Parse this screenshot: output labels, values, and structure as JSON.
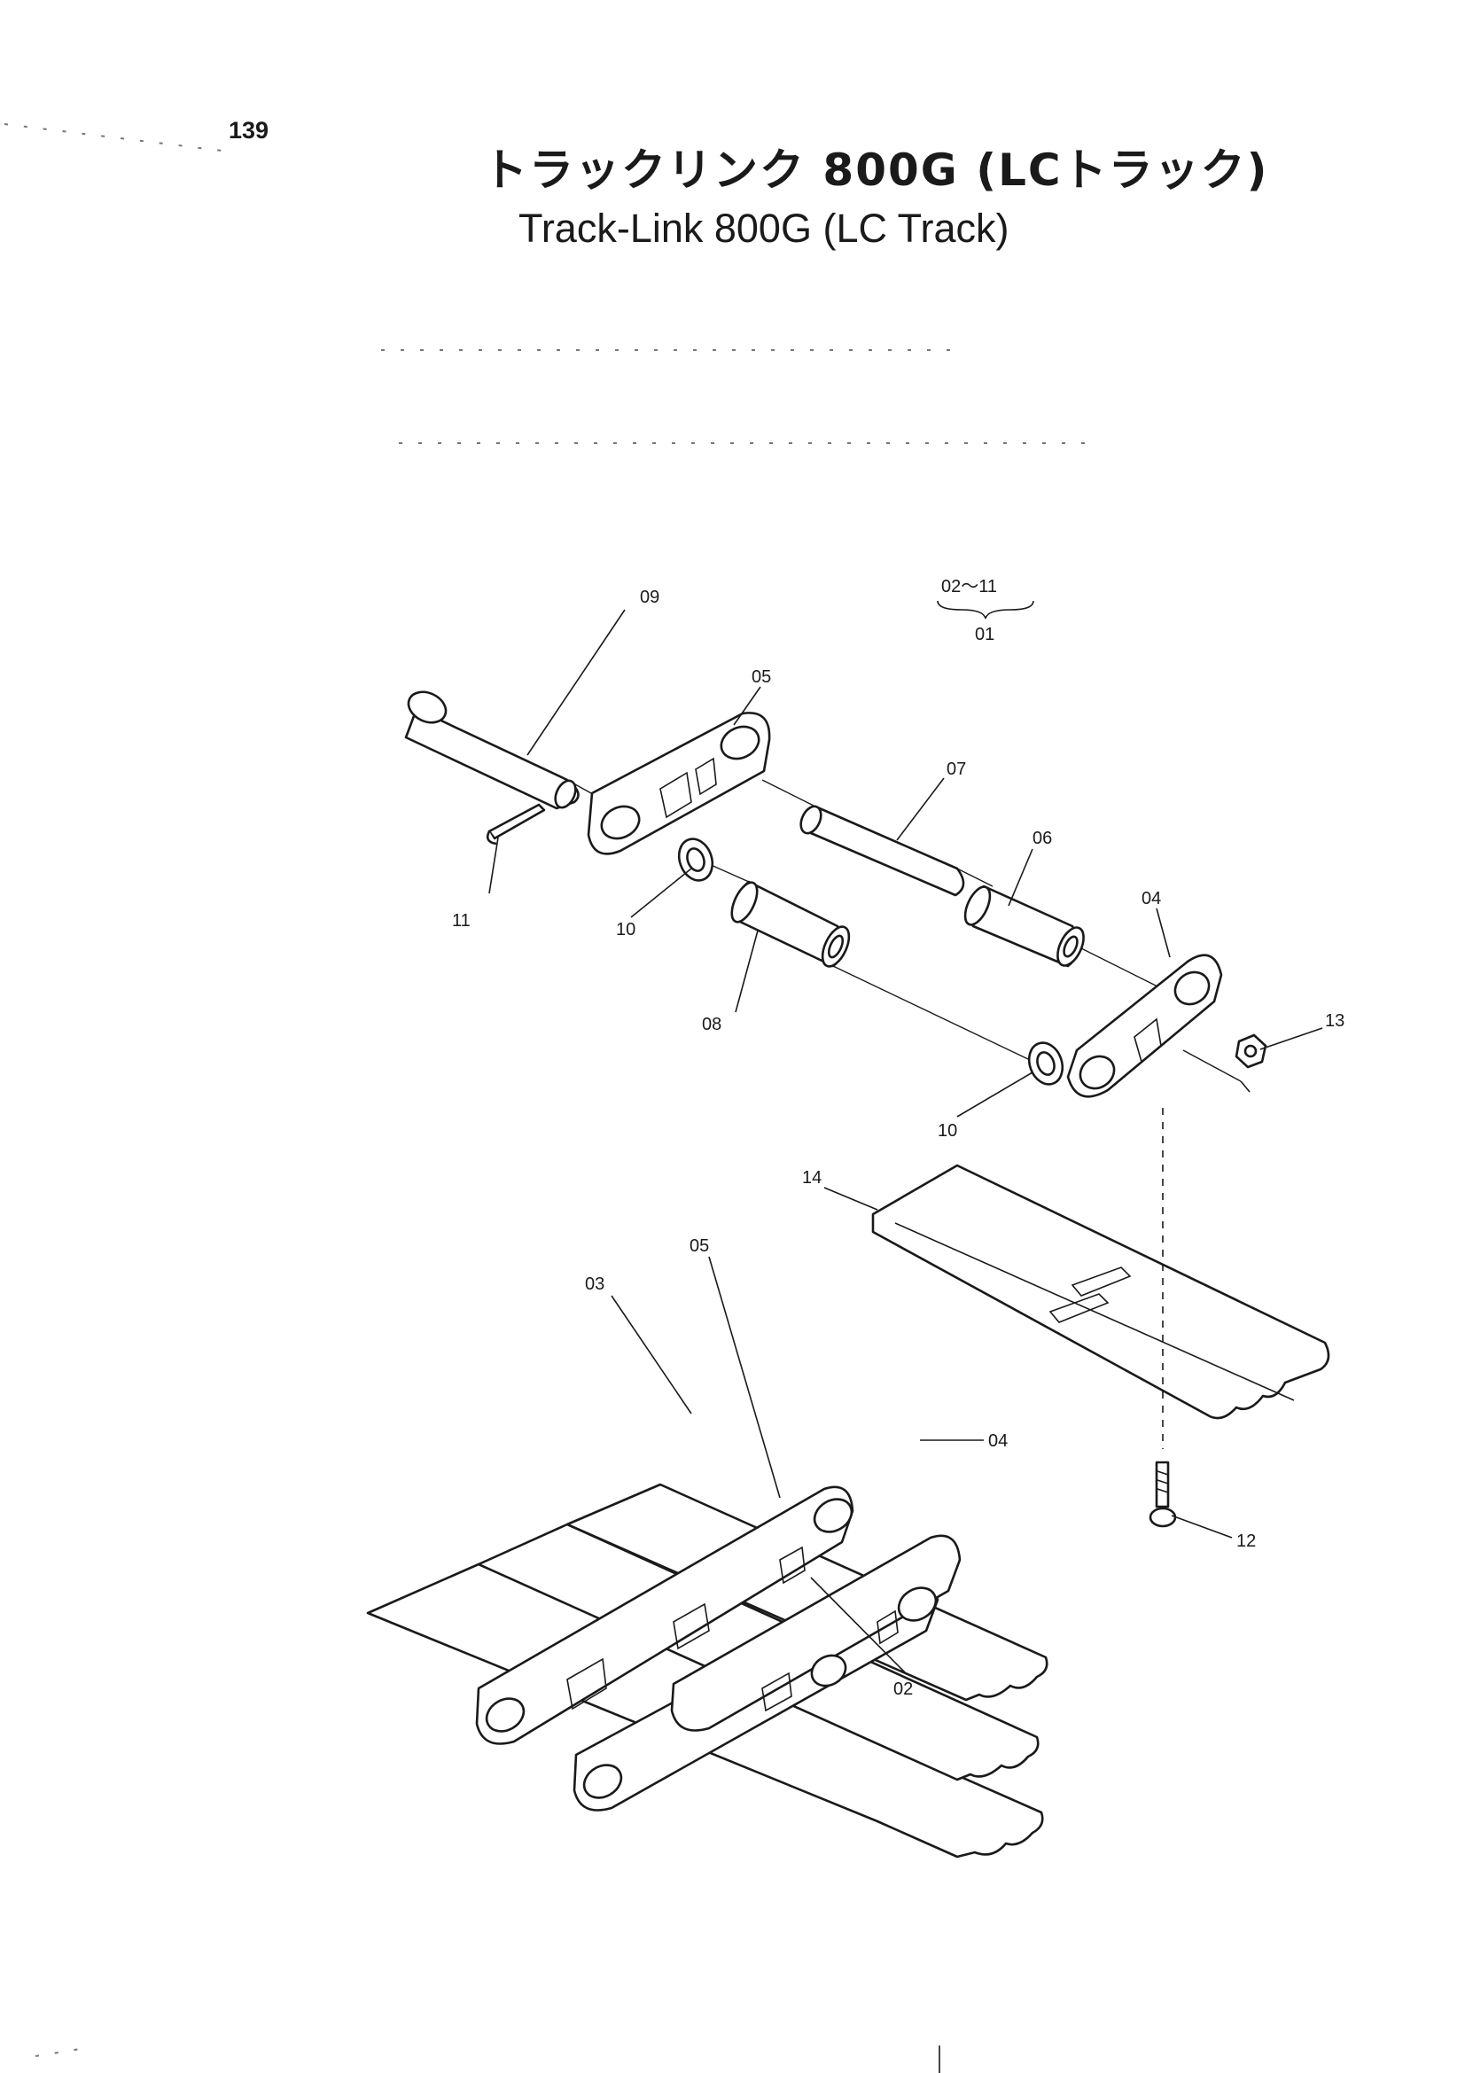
{
  "page": {
    "number": "139"
  },
  "title": {
    "japanese": "トラックリンク 800G (LCトラック)",
    "english": "Track-Link 800G (LC Track)"
  },
  "assembly_note": {
    "range": "02〜11",
    "assembly": "01"
  },
  "callouts": {
    "c09": "09",
    "c05_top": "05",
    "c07": "07",
    "c06": "06",
    "c04_top": "04",
    "c11": "11",
    "c10_left": "10",
    "c08": "08",
    "c13": "13",
    "c10_right": "10",
    "c14": "14",
    "c05_bottom": "05",
    "c03": "03",
    "c04_bottom": "04",
    "c12": "12",
    "c02": "02"
  }
}
